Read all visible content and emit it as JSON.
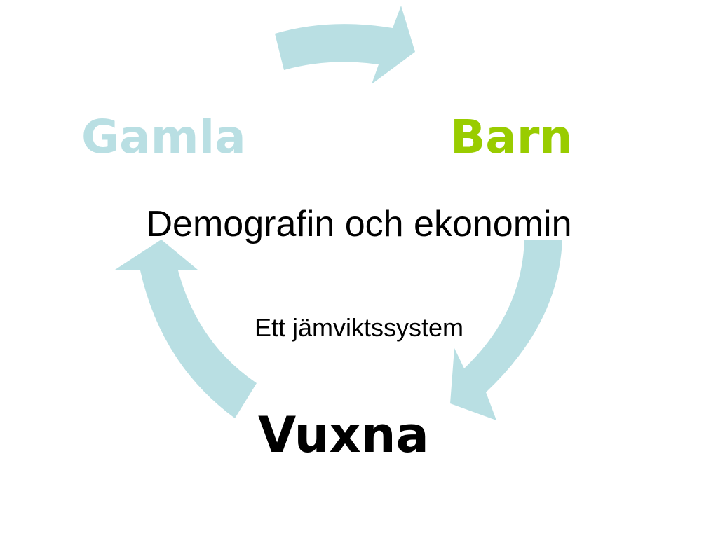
{
  "diagram": {
    "title": "Demografin och ekonomin",
    "subtitle": "Ett jämviktssystem",
    "nodes": {
      "gamla": {
        "label": "Gamla",
        "color": "#b9dfe3"
      },
      "barn": {
        "label": "Barn",
        "color": "#99cc00"
      },
      "vuxna": {
        "label": "Vuxna",
        "color": "#000000"
      }
    },
    "arrows": {
      "color": "#b9dfe3",
      "icons": [
        "arrow-gamla-to-barn",
        "arrow-barn-to-vuxna",
        "arrow-vuxna-to-gamla"
      ]
    }
  }
}
